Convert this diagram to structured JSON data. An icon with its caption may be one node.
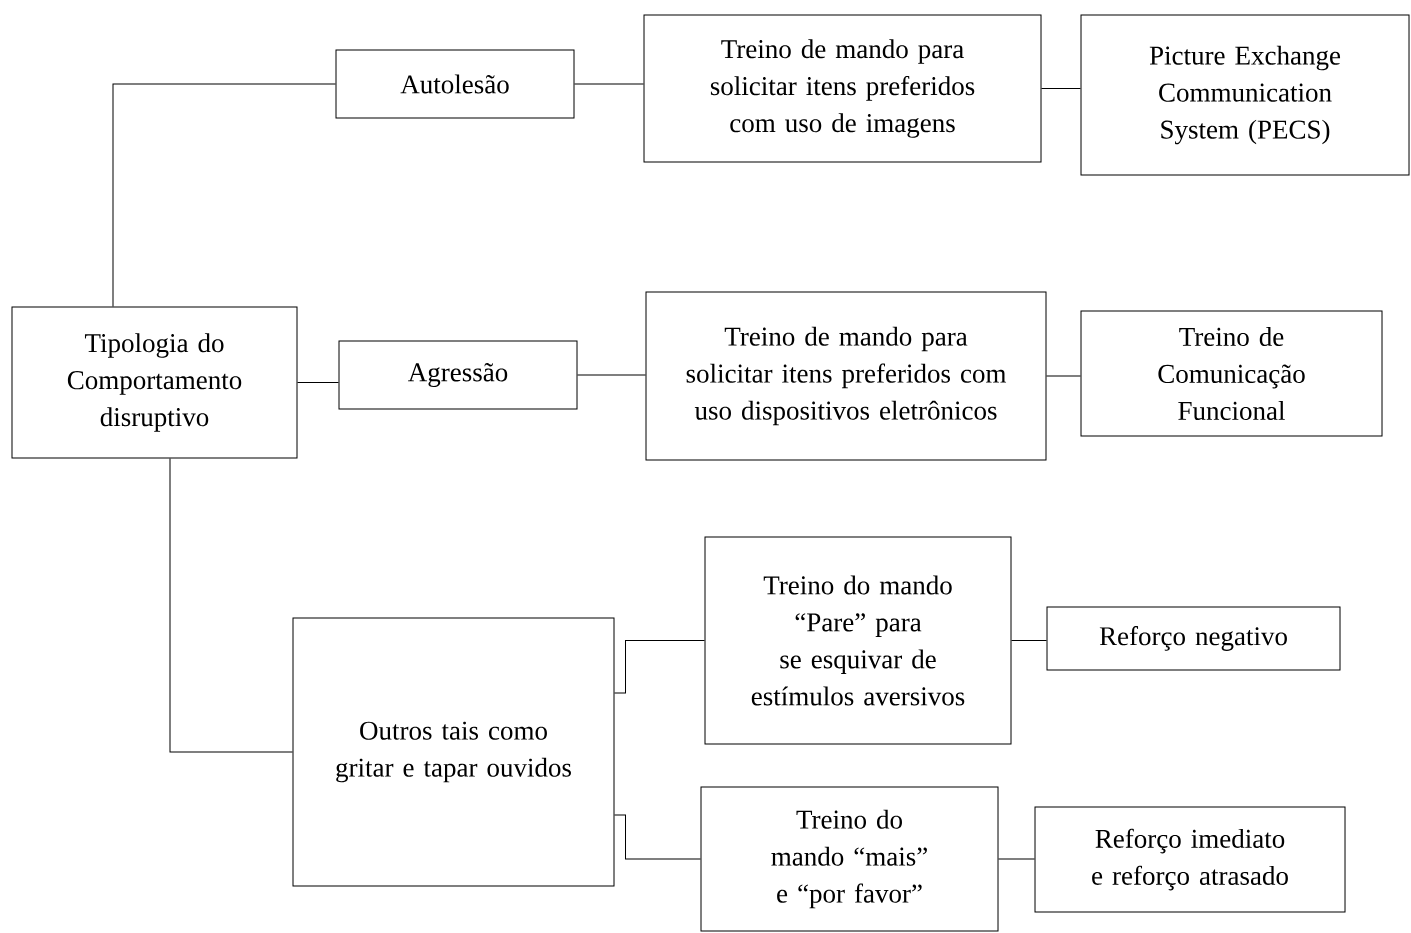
{
  "diagram": {
    "nodes": [
      {
        "text": [
          "Tipologia do Comportamento disruptivo"
        ]
      },
      {
        "text": [
          "Autolesão"
        ]
      },
      {
        "text": [
          "Treino de mando para solicitar itens preferidos com uso de imagens"
        ]
      },
      {
        "text": [
          "Picture Exchange Communication System (PECS)"
        ]
      },
      {
        "text": [
          "Agressão"
        ]
      },
      {
        "text": [
          "Treino de mando para solicitar itens preferidos com uso dispositivos eletrônicos"
        ]
      },
      {
        "text": [
          "Treino de Comunicação Funcional"
        ]
      },
      {
        "text": [
          "Outros tais como gritar e tapar ouvidos"
        ]
      },
      {
        "text": [
          "Treino do mando “Pare” para se esquivar de estímulos aversivos"
        ]
      },
      {
        "text": [
          "Reforço negativo"
        ]
      },
      {
        "text": [
          "Treino do mando “mais” e “por favor”"
        ]
      },
      {
        "text": [
          "Reforço imediato e reforço atrasado"
        ]
      }
    ],
    "edges": [
      {
        "from": 0,
        "to": 1,
        "arrow": "none"
      },
      {
        "from": 1,
        "to": 2,
        "arrow": "none"
      },
      {
        "from": 2,
        "to": 3,
        "arrow": "none"
      },
      {
        "from": 0,
        "to": 4,
        "arrow": "none"
      },
      {
        "from": 4,
        "to": 5,
        "arrow": "none"
      },
      {
        "from": 5,
        "to": 6,
        "arrow": "none"
      },
      {
        "from": 0,
        "to": 7,
        "arrow": "none"
      },
      {
        "from": 7,
        "to": 8,
        "arrow": "none"
      },
      {
        "from": 8,
        "to": 9,
        "arrow": "none"
      },
      {
        "from": 7,
        "to": 10,
        "arrow": "none"
      },
      {
        "from": 10,
        "to": 11,
        "arrow": "none"
      }
    ]
  }
}
